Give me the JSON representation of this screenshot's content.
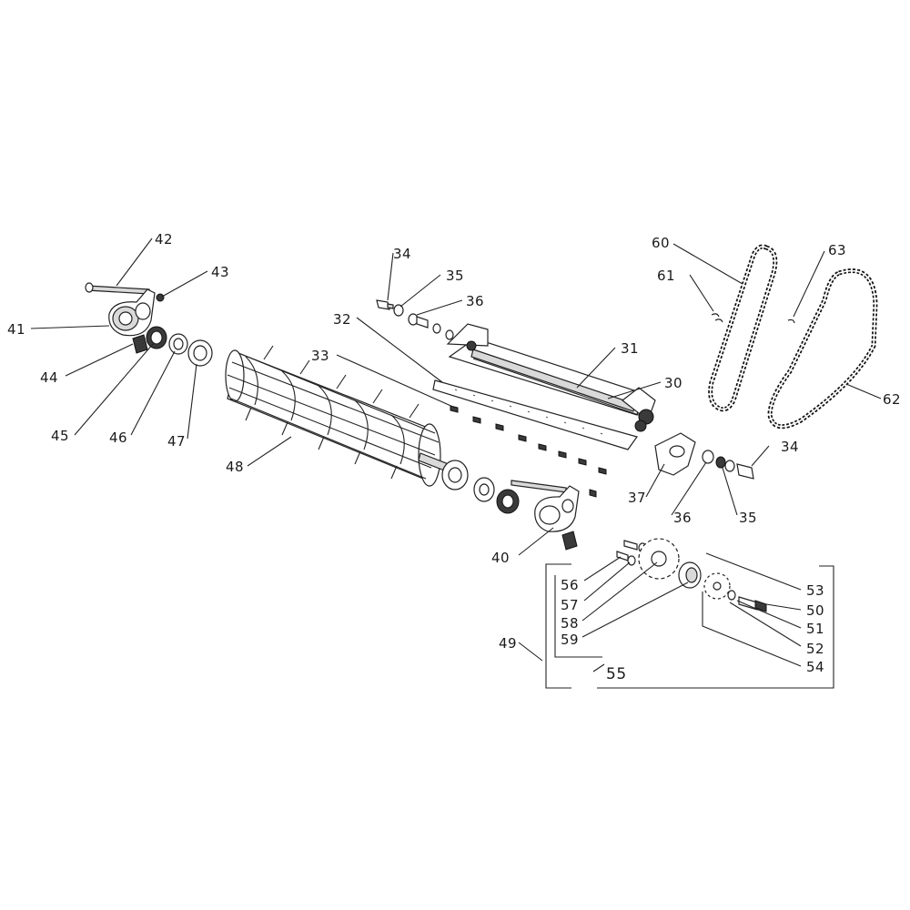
{
  "diagram": {
    "labels": {
      "p30": "30",
      "p31": "31",
      "p32": "32",
      "p33": "33",
      "p34a": "34",
      "p34b": "34",
      "p35a": "35",
      "p35b": "35",
      "p36a": "36",
      "p36b": "36",
      "p37": "37",
      "p40": "40",
      "p41": "41",
      "p42": "42",
      "p43": "43",
      "p44": "44",
      "p45": "45",
      "p46": "46",
      "p47": "47",
      "p48": "48",
      "p49": "49",
      "p50": "50",
      "p51": "51",
      "p52": "52",
      "p53": "53",
      "p54": "54",
      "p55": "55",
      "p56": "56",
      "p57": "57",
      "p58": "58",
      "p59": "59",
      "p60": "60",
      "p61": "61",
      "p62": "62",
      "p63": "63"
    }
  }
}
